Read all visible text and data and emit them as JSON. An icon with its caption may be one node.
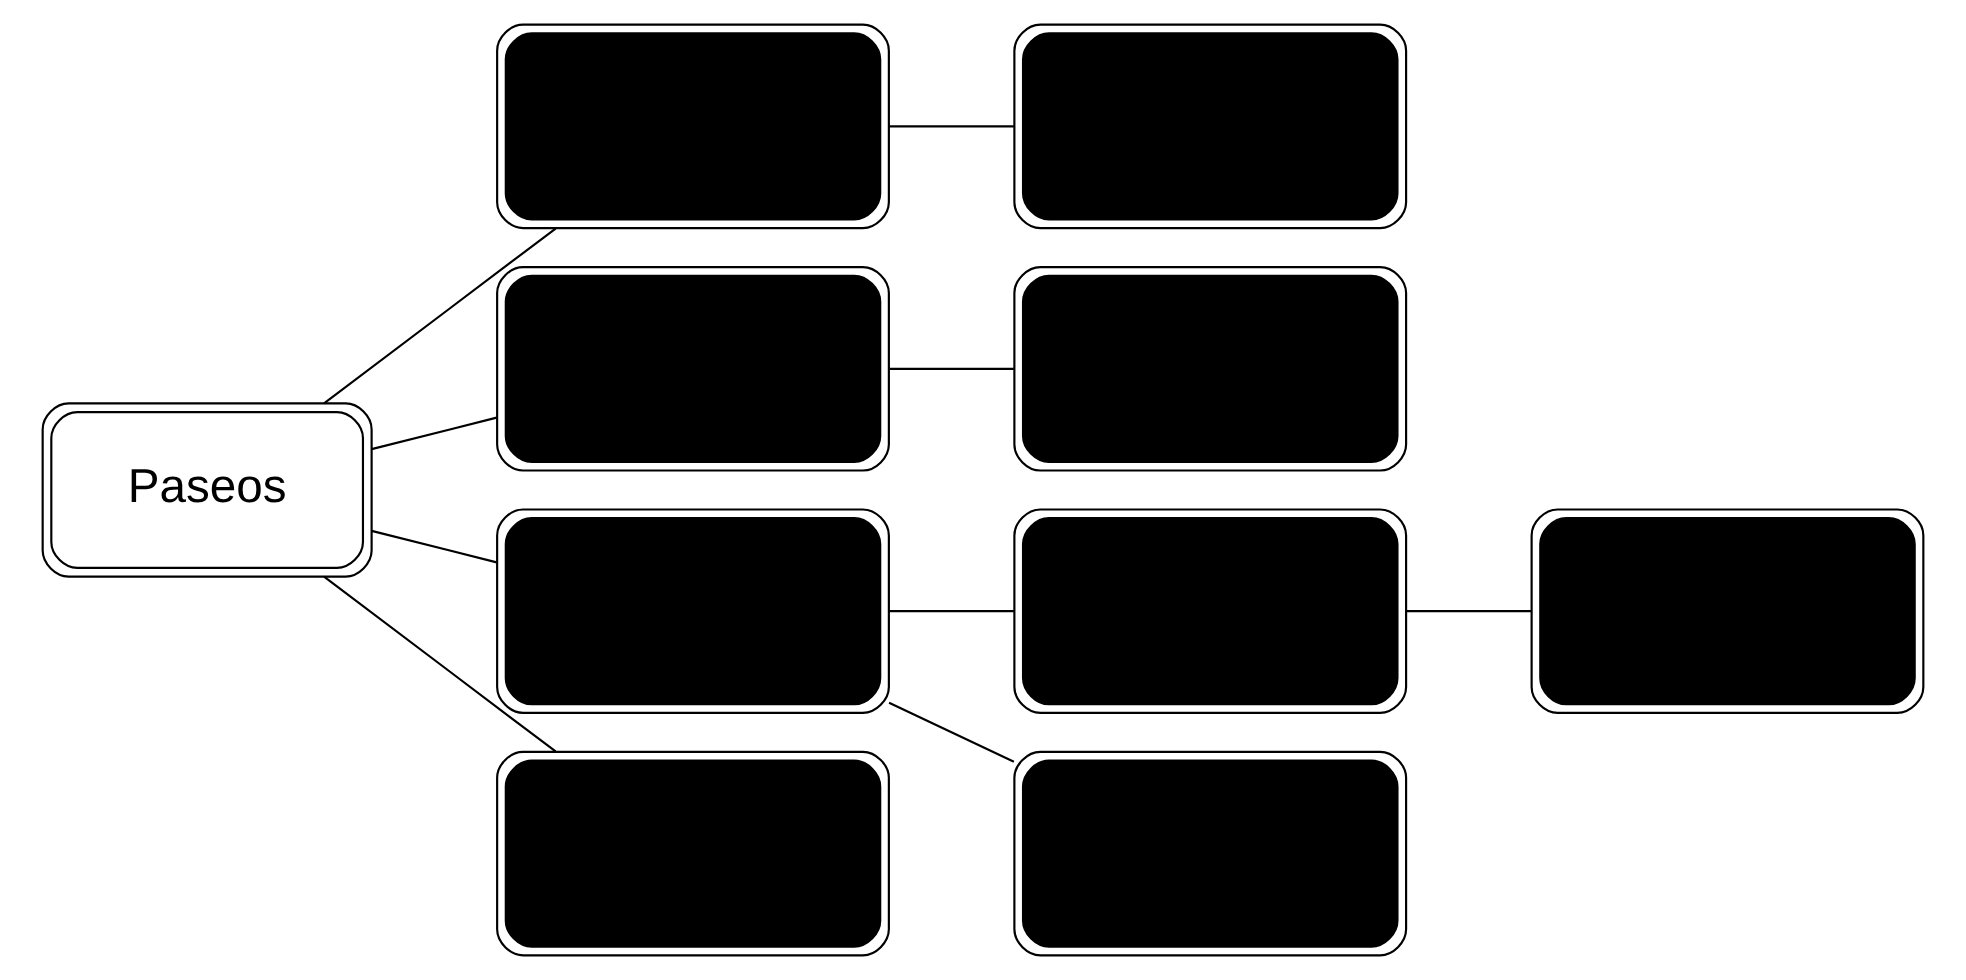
{
  "diagram": {
    "nodes": [
      {
        "text": [
          "Paseos"
        ]
      },
      {
        "text": [],
        "shape": "box"
      },
      {
        "text": [],
        "shape": "box"
      },
      {
        "text": [],
        "shape": "box"
      },
      {
        "text": [],
        "shape": "box"
      },
      {
        "text": [],
        "shape": "box"
      },
      {
        "text": [],
        "shape": "box"
      },
      {
        "text": [],
        "shape": "box"
      },
      {
        "text": [],
        "shape": "box"
      },
      {
        "text": [],
        "shape": "box"
      }
    ],
    "edges": [
      {
        "from": 0,
        "to": 1,
        "arrow": "none"
      },
      {
        "from": 0,
        "to": 2,
        "arrow": "none"
      },
      {
        "from": 0,
        "to": 3,
        "arrow": "none"
      },
      {
        "from": 0,
        "to": 4,
        "arrow": "none"
      },
      {
        "from": 1,
        "to": 5,
        "arrow": "none"
      },
      {
        "from": 2,
        "to": 6,
        "arrow": "none"
      },
      {
        "from": 3,
        "to": 7,
        "arrow": "none"
      },
      {
        "from": 3,
        "to": 8,
        "arrow": "none"
      },
      {
        "from": 7,
        "to": 9,
        "arrow": "none"
      }
    ]
  }
}
